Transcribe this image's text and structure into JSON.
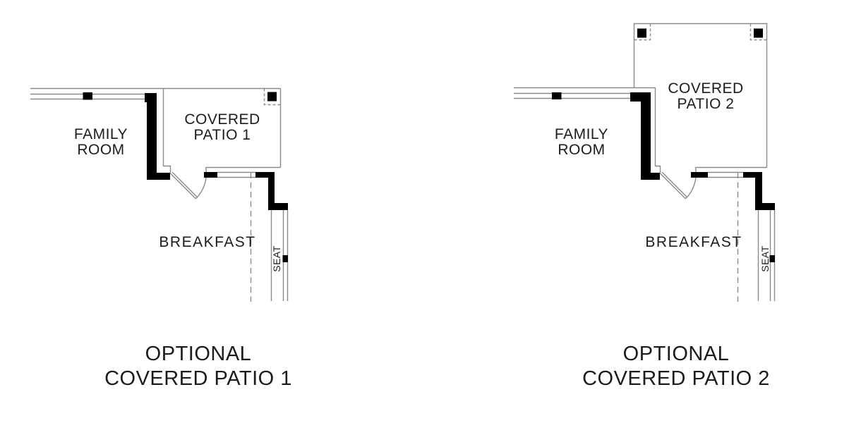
{
  "colors": {
    "background": "#ffffff",
    "wall_fill": "#000000",
    "thin_line": "#8a8a8a",
    "text": "#1c1c1c"
  },
  "left": {
    "family_room": [
      "FAMILY",
      "ROOM"
    ],
    "patio_label": [
      "COVERED",
      "PATIO 1"
    ],
    "breakfast_label": "BREAKFAST",
    "seat_label": "SEAT",
    "caption": [
      "OPTIONAL",
      "COVERED PATIO 1"
    ]
  },
  "right": {
    "family_room": [
      "FAMILY",
      "ROOM"
    ],
    "patio_label": [
      "COVERED",
      "PATIO 2"
    ],
    "breakfast_label": "BREAKFAST",
    "seat_label": "SEAT",
    "caption": [
      "OPTIONAL",
      "COVERED PATIO 2"
    ]
  }
}
